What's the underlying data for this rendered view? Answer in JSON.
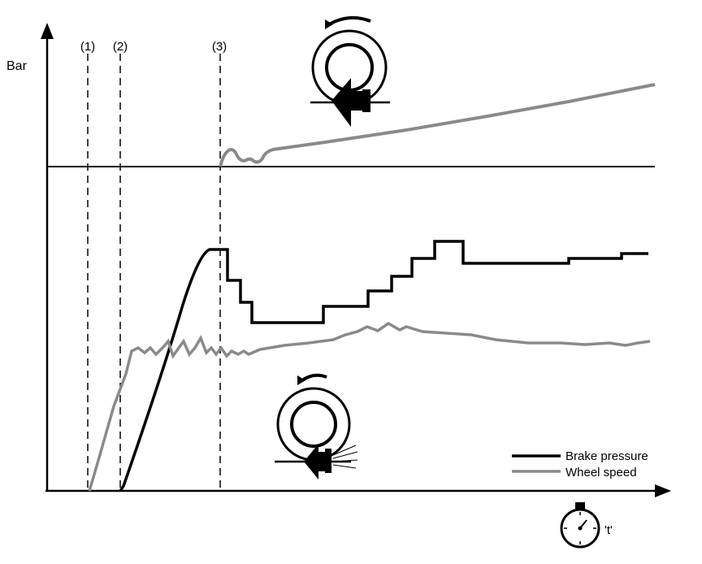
{
  "chart_data": {
    "type": "line",
    "y_axis_label": "Bar",
    "x_axis_label": "'t'",
    "markers": [
      "(1)",
      "(2)",
      "(3)"
    ],
    "legend": {
      "placement": "bottom-right",
      "items": [
        {
          "label": "Brake pressure",
          "color": "#000000"
        },
        {
          "label": "Wheel speed",
          "color": "#8a8a8a"
        }
      ]
    },
    "grid": false,
    "axis_ticks": false,
    "icons": [
      "wheel-locking-icon",
      "wheel-rolling-icon",
      "stopwatch-icon"
    ]
  }
}
